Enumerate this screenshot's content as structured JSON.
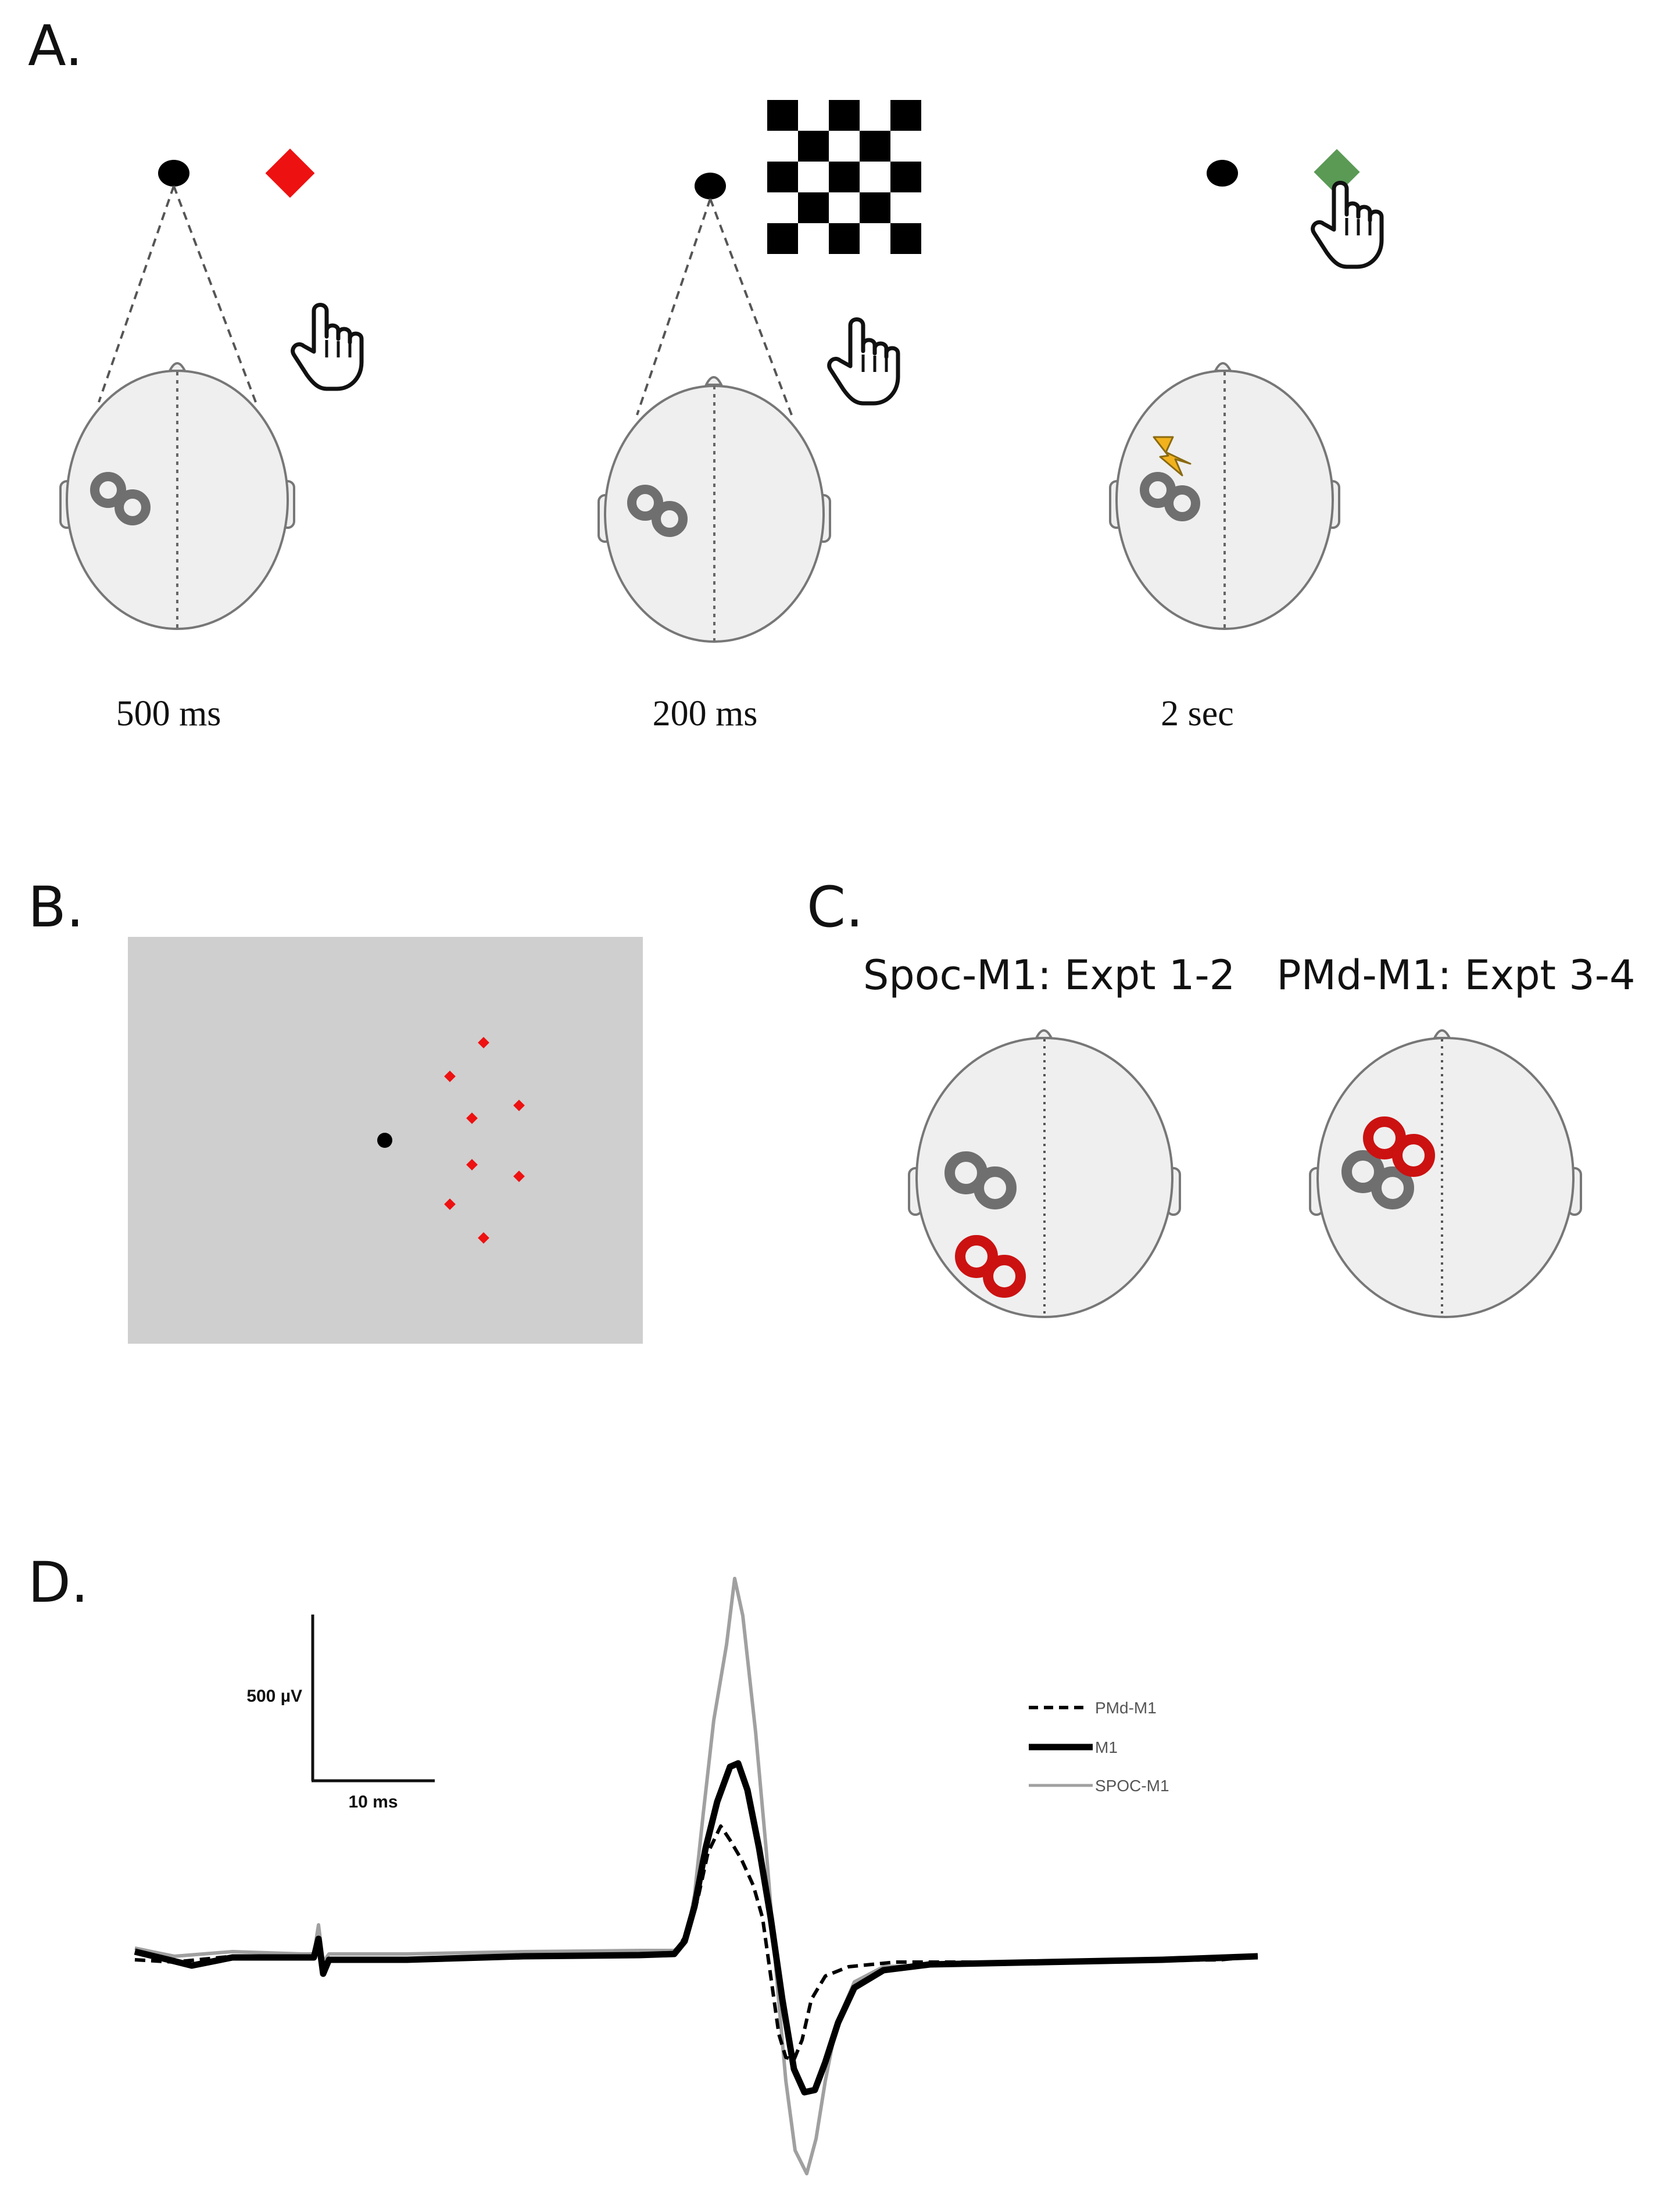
{
  "panels": {
    "a": {
      "letter": "A.",
      "times": [
        "500 ms",
        "200 ms",
        "2 sec"
      ]
    },
    "b": {
      "letter": "B."
    },
    "c": {
      "letter": "C.",
      "titles": [
        "Spoc-M1: Expt 1-2",
        "PMd-M1: Expt 3-4"
      ]
    },
    "d": {
      "letter": "D.",
      "scale_y": "500 µV",
      "scale_x": "10 ms"
    }
  },
  "legend": [
    {
      "label": "PMd-M1",
      "style": "dashed",
      "color": "#000000"
    },
    {
      "label": "M1",
      "style": "thick",
      "color": "#000000"
    },
    {
      "label": "SPOC-M1",
      "style": "thin",
      "color": "#a0a0a0"
    }
  ],
  "colors": {
    "head_fill": "#efefef",
    "coil_gray": "#6f6f6f",
    "coil_red": "#cc1111",
    "cue_red": "#ee1111",
    "cue_green": "#5a9a55",
    "screen_gray": "#cfcfcf",
    "bolt": "#f2b21d"
  },
  "icons": [
    "pointing-hand-icon",
    "lightning-bolt-icon",
    "tms-coil-icon",
    "checkerboard-mask-icon"
  ]
}
